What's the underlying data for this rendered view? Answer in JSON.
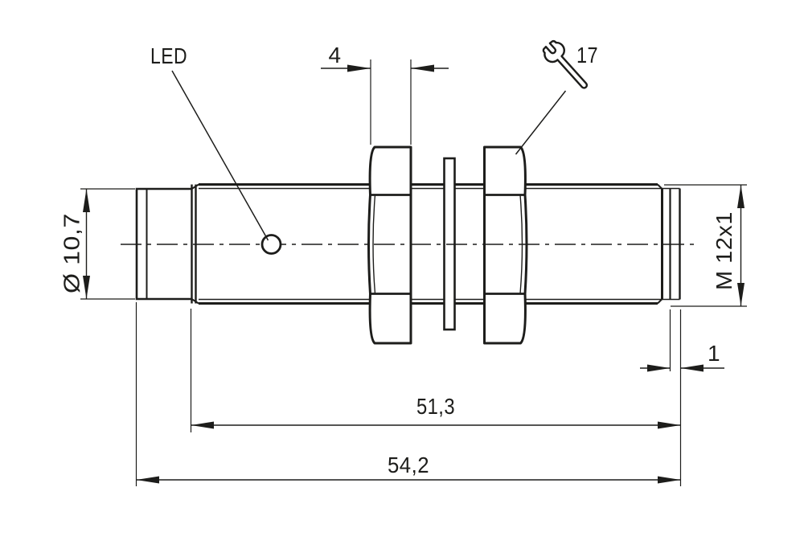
{
  "drawing": {
    "background_color": "#ffffff",
    "line_color": "#1d1d1b",
    "callouts": {
      "led_label": "LED",
      "wrench_size_label": "17"
    },
    "dimensions": {
      "nut_width": "4",
      "housing_diameter": "Ø 10,7",
      "thread_spec": "M 12x1",
      "end_gap": "1",
      "thread_length": "51,3",
      "overall_length": "54,2"
    }
  }
}
